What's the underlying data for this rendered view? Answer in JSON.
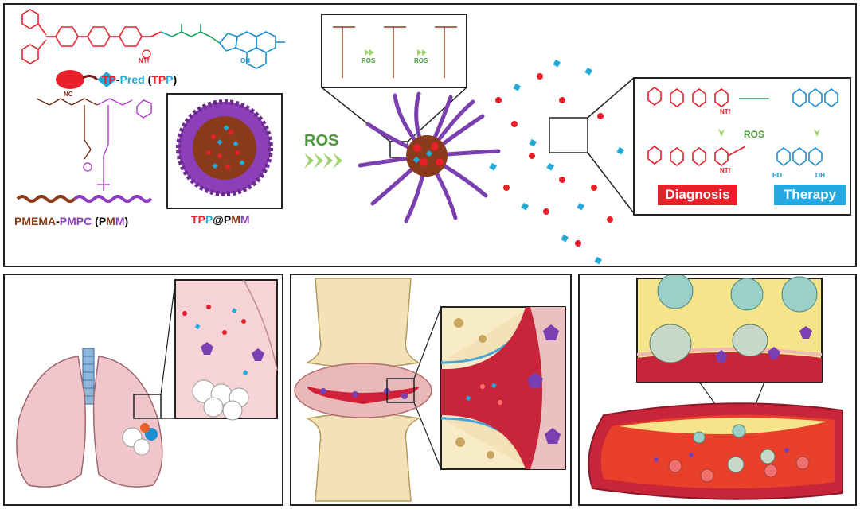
{
  "top": {
    "tp_label": "TP",
    "dash": "-",
    "pred_label": "Pred",
    "tpp_open": " (",
    "tpp_t": "T",
    "tpp_p1": "P",
    "tpp_p2": "P",
    "tpp_close": ")",
    "pmema_label": "PMEMA",
    "pmpc_label": "PMPC",
    "pmm_open": " (",
    "pmm_p": "P",
    "pmm_m1": "M",
    "pmm_m2": "M",
    "pmm_close": ")",
    "np_t": "T",
    "np_p1": "P",
    "np_p2": "P",
    "np_at": "@",
    "np_pp": "P",
    "np_m1": "M",
    "np_m2": "M",
    "ros_main": "ROS",
    "ros_inset_1": "ROS",
    "ros_inset_2": "ROS",
    "ros_right": "ROS",
    "ntf2_1": "NTf",
    "ntf2_2": "NTf",
    "ntf2_3": "NTf",
    "nc_label": "NC",
    "oh_1": "OH",
    "ho_1": "HO",
    "oh_2": "OH",
    "diagnosis": "Diagnosis",
    "therapy": "Therapy"
  },
  "colors": {
    "red": "#e8202a",
    "teal": "#23a9d9",
    "brown": "#8a3b1a",
    "purple": "#8c3fb8",
    "green": "#4a9a3a",
    "diagnosis_bg": "#e8202a",
    "therapy_bg": "#23a9e1"
  }
}
